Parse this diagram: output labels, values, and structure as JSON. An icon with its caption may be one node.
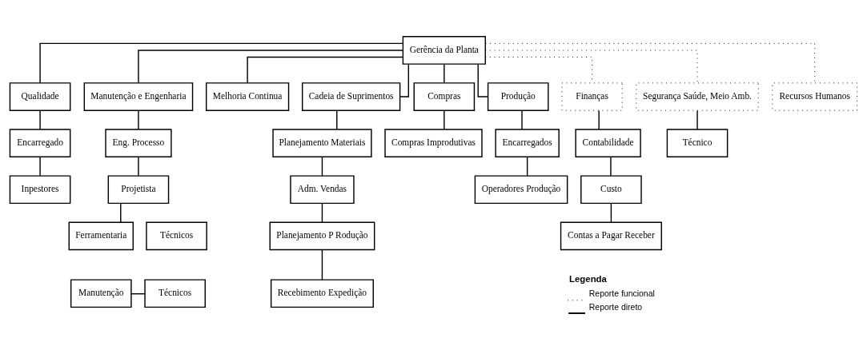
{
  "diagram": {
    "nodes": [
      {
        "text": [
          "Gerência da Planta"
        ]
      },
      {
        "text": [
          "Qualidade"
        ]
      },
      {
        "text": [
          "Manutenção e Engenharia"
        ]
      },
      {
        "text": [
          "Melhoria Continua"
        ]
      },
      {
        "text": [
          "Cadeia de Suprimentos"
        ]
      },
      {
        "text": [
          "Compras"
        ]
      },
      {
        "text": [
          "Produção"
        ]
      },
      {
        "text": [
          "Finanças"
        ]
      },
      {
        "text": [
          "Segurança Saúde, Meio Amb."
        ]
      },
      {
        "text": [
          "Recursos Humanos"
        ]
      },
      {
        "text": [
          "Encarregado"
        ]
      },
      {
        "text": [
          "Inpestores"
        ]
      },
      {
        "text": [
          "Eng. Processo"
        ]
      },
      {
        "text": [
          "Projetista"
        ]
      },
      {
        "text": [
          "Ferramentaria"
        ]
      },
      {
        "text": [
          "Técnicos"
        ]
      },
      {
        "text": [
          "Manutenção"
        ]
      },
      {
        "text": [
          "Técnicos"
        ]
      },
      {
        "text": [
          "Planejamento Materiais"
        ]
      },
      {
        "text": [
          "Adm. Vendas"
        ]
      },
      {
        "text": [
          "Planejamento P Rodução"
        ]
      },
      {
        "text": [
          "Recebimento Expedição"
        ]
      },
      {
        "text": [
          "Compras Improdutivas"
        ]
      },
      {
        "text": [
          "Encarregados"
        ]
      },
      {
        "text": [
          "Operadores Produção"
        ]
      },
      {
        "text": [
          "Contabilidade"
        ]
      },
      {
        "text": [
          "Custo"
        ]
      },
      {
        "text": [
          "Contas a Pagar Receber"
        ]
      },
      {
        "text": [
          "Técnico"
        ]
      }
    ],
    "edges": [
      {
        "from": 0,
        "to": 1,
        "arrow": "none"
      },
      {
        "from": 0,
        "to": 2,
        "arrow": "none"
      },
      {
        "from": 0,
        "to": 3,
        "arrow": "none"
      },
      {
        "from": 0,
        "to": 4,
        "arrow": "none"
      },
      {
        "from": 0,
        "to": 5,
        "arrow": "none"
      },
      {
        "from": 0,
        "to": 6,
        "arrow": "none"
      },
      {
        "from": 0,
        "to": 7,
        "arrow": "none",
        "style": "dashed"
      },
      {
        "from": 0,
        "to": 8,
        "arrow": "none",
        "style": "dashed"
      },
      {
        "from": 0,
        "to": 9,
        "arrow": "none",
        "style": "dashed"
      },
      {
        "from": 1,
        "to": 10,
        "arrow": "none"
      },
      {
        "from": 10,
        "to": 11,
        "arrow": "none"
      },
      {
        "from": 2,
        "to": 12,
        "arrow": "none"
      },
      {
        "from": 12,
        "to": 13,
        "arrow": "none"
      },
      {
        "from": 13,
        "to": 14,
        "arrow": "none"
      },
      {
        "from": 16,
        "to": 17,
        "arrow": "none"
      },
      {
        "from": 4,
        "to": 18,
        "arrow": "none"
      },
      {
        "from": 18,
        "to": 19,
        "arrow": "none"
      },
      {
        "from": 19,
        "to": 20,
        "arrow": "none"
      },
      {
        "from": 20,
        "to": 21,
        "arrow": "none"
      },
      {
        "from": 5,
        "to": 22,
        "arrow": "none"
      },
      {
        "from": 6,
        "to": 23,
        "arrow": "none"
      },
      {
        "from": 23,
        "to": 24,
        "arrow": "none"
      },
      {
        "from": 7,
        "to": 25,
        "arrow": "none"
      },
      {
        "from": 25,
        "to": 26,
        "arrow": "none"
      },
      {
        "from": 26,
        "to": 27,
        "arrow": "none"
      },
      {
        "from": 8,
        "to": 28,
        "arrow": "none"
      }
    ],
    "labels": [
      "Legenda"
    ],
    "legend": [
      {
        "text": "Reporte funcional"
      },
      {
        "text": "Reporte direto"
      }
    ]
  }
}
